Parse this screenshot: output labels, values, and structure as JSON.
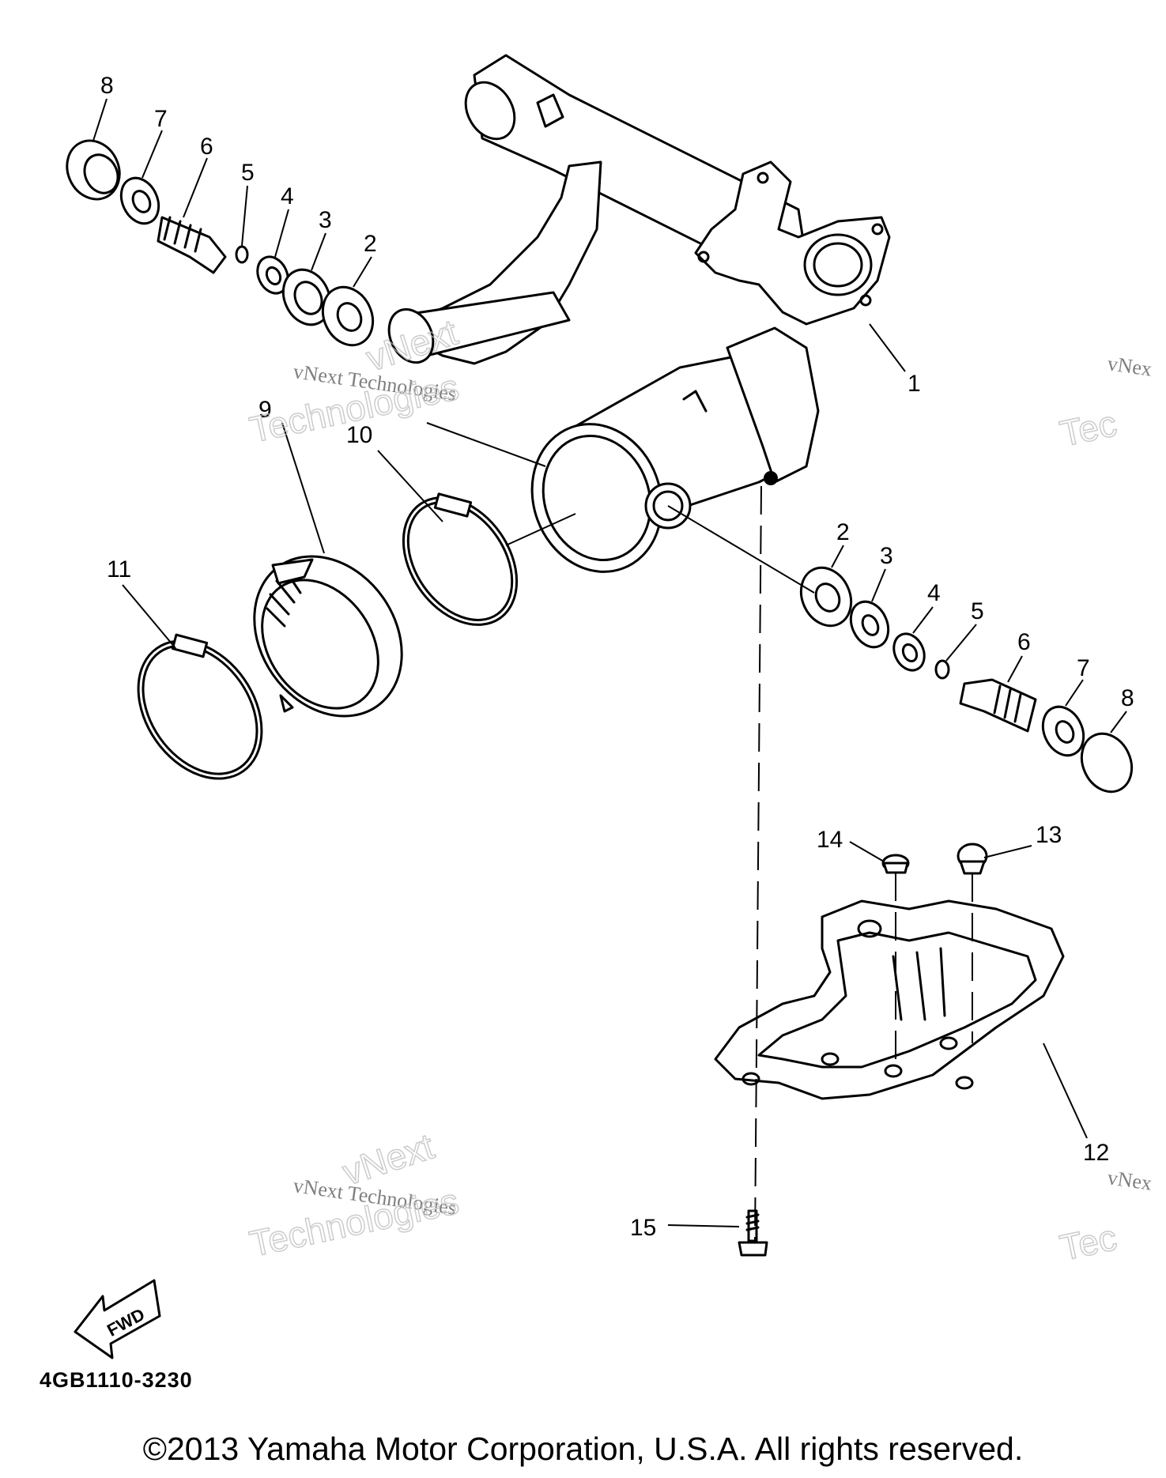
{
  "diagram": {
    "callouts": {
      "c1": "1",
      "c2a": "2",
      "c3a": "3",
      "c4a": "4",
      "c5a": "5",
      "c6a": "6",
      "c7a": "7",
      "c8a": "8",
      "c9": "9",
      "c10": "10",
      "c11": "11",
      "c2b": "2",
      "c3b": "3",
      "c4b": "4",
      "c5b": "5",
      "c6b": "6",
      "c7b": "7",
      "c8b": "8",
      "c12": "12",
      "c13": "13",
      "c14": "14",
      "c15": "15"
    },
    "fwd_label": "FWD",
    "part_code": "4GB1110-3230"
  },
  "watermark": {
    "line_small": "vNext Technologies",
    "line_outline_1": "vNext",
    "line_outline_2": "Technologies",
    "edge_small": "vNex",
    "edge_outline": "Tec"
  },
  "footer": {
    "copyright": "©2013 Yamaha Motor Corporation, U.S.A. All rights reserved."
  }
}
